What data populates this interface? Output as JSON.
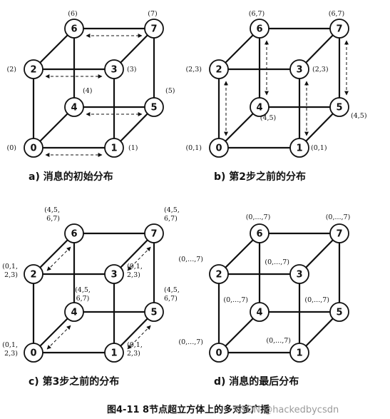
{
  "figure_title": "图4-11  8节点超立方体上的多对多广播",
  "watermark": "CSDN @hackedbycsdn",
  "node_ids": [
    "0",
    "1",
    "2",
    "3",
    "4",
    "5",
    "6",
    "7"
  ],
  "panels": [
    {
      "caption": "a) 消息的初始分布",
      "labels": [
        "(0)",
        "(1)",
        "(2)",
        "(3)",
        "(4)",
        "(5)",
        "(6)",
        "(7)"
      ],
      "exchange_pairs": [
        [
          "0",
          "1"
        ],
        [
          "2",
          "3"
        ],
        [
          "4",
          "5"
        ],
        [
          "6",
          "7"
        ]
      ]
    },
    {
      "caption": "b) 第2步之前的分布",
      "labels": [
        "(0,1)",
        "(0,1)",
        "(2,3)",
        "(2,3)",
        "(4,5)",
        "(4,5)",
        "(6,7)",
        "(6,7)"
      ],
      "exchange_pairs": [
        [
          "0",
          "2"
        ],
        [
          "1",
          "3"
        ],
        [
          "4",
          "6"
        ],
        [
          "5",
          "7"
        ]
      ]
    },
    {
      "caption": "c) 第3步之前的分布",
      "labels": [
        "(0,1,\n2,3)",
        "(0,1,\n2,3)",
        "(0,1,\n2,3)",
        "(0,1,\n2,3)",
        "(4,5,\n6,7)",
        "(4,5,\n6,7)",
        "(4,5,\n6,7)",
        "(4,5,\n6,7)"
      ],
      "exchange_pairs": [
        [
          "0",
          "4"
        ],
        [
          "1",
          "5"
        ],
        [
          "2",
          "6"
        ],
        [
          "3",
          "7"
        ]
      ]
    },
    {
      "caption": "d) 消息的最后分布",
      "labels": [
        "(0,...,7)",
        "(0,...,7)",
        "(0,...,7)",
        "(0,...,7)",
        "(0,...,7)",
        "(0,...,7)",
        "(0,...,7)",
        "(0,...,7)"
      ],
      "exchange_pairs": []
    }
  ],
  "colors": {
    "line": "#111111",
    "node_fill": "#ffffff",
    "text": "#111111",
    "watermark": "#9a9a9a"
  }
}
